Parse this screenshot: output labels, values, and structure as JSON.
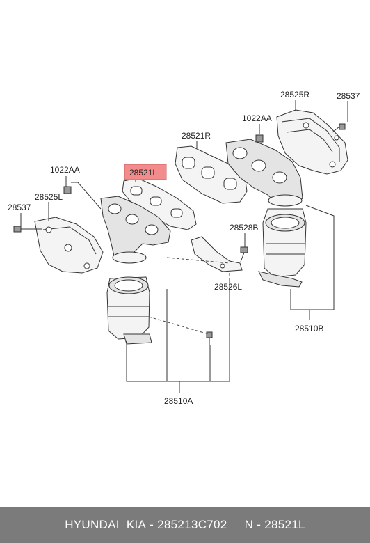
{
  "labels": {
    "l_28525R": "28525R",
    "l_28537_right": "28537",
    "l_1022AA_right": "1022AA",
    "l_28521R": "28521R",
    "l_28521L": "28521L",
    "l_1022AA_left": "1022AA",
    "l_28525L": "28525L",
    "l_28537_left": "28537",
    "l_28528B": "28528B",
    "l_28526L": "28526L",
    "l_28510B": "28510B",
    "l_28510A": "28510A"
  },
  "highlight_color": "#f28b8b",
  "footer": {
    "brand": "HYUNDAI  KIA",
    "part_number": "285213C702",
    "ref_prefix": "N",
    "ref_number": "28521L",
    "separator": " - "
  }
}
